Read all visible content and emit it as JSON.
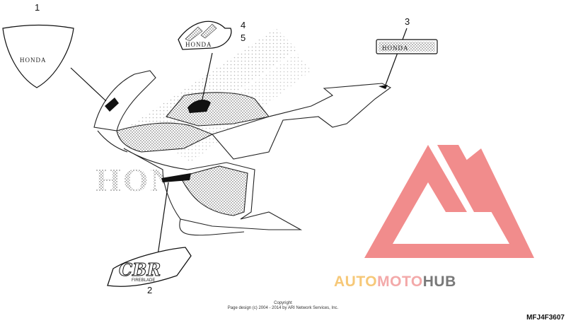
{
  "callouts": [
    {
      "id": "1",
      "label": "1"
    },
    {
      "id": "2",
      "label": "2"
    },
    {
      "id": "3",
      "label": "3"
    },
    {
      "id": "4",
      "label": "4"
    },
    {
      "id": "5",
      "label": "5"
    }
  ],
  "decals": {
    "windscreen_brand": "HONDA",
    "tank_brand": "HONDA",
    "tail_brand": "HONDA",
    "side_brand": "HONDA",
    "model_badge": "CBR",
    "model_badge_sub": "FIREBLADE"
  },
  "copyright": {
    "line1": "Copyright",
    "line2": "Page design (c) 2004 - 2014 by ARI Network Services, Inc."
  },
  "diagram_code": "MFJ4F3607",
  "watermark": {
    "part1": "AUTO",
    "part2": "MOTO",
    "part3": "HUB",
    "colors": {
      "part1": "#f6c36a",
      "part2": "#f2a0a0",
      "part3": "#6a6a6a",
      "logo": "#f08080"
    }
  }
}
